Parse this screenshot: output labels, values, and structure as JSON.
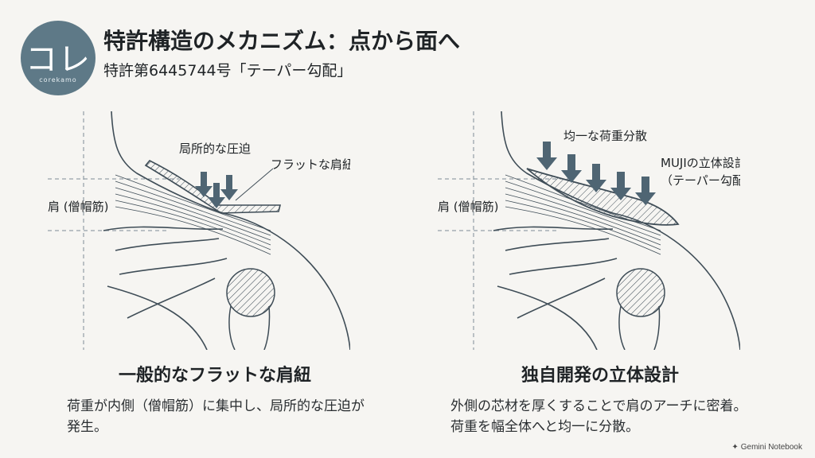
{
  "logo": {
    "text": "コレ",
    "subtext": "corekamo"
  },
  "header": {
    "title": "特許構造のメカニズム：点から面へ",
    "subtitle": "特許第6445744号「テーパー勾配」"
  },
  "left_panel": {
    "labels": {
      "local_pressure": "局所的な圧迫",
      "flat_strap": "フラットな肩紐",
      "shoulder": "肩 (僧帽筋)"
    },
    "heading": "一般的なフラットな肩紐",
    "description": "荷重が内側（僧帽筋）に集中し、局所的な圧迫が発生。"
  },
  "right_panel": {
    "labels": {
      "even_load": "均一な荷重分散",
      "muji_design_1": "MUJIの立体設計",
      "muji_design_2": "（テーパー勾配）",
      "shoulder": "肩 (僧帽筋)"
    },
    "heading": "独自開発の立体設計",
    "description": "外側の芯材を厚くすることで肩のアーチに密着。荷重を幅全体へと均一に分散。"
  },
  "watermark": {
    "text": "Gemini Notebook",
    "icon": "sparkle-icon"
  },
  "colors": {
    "line": "#3f4d57",
    "arrow": "#4f6573",
    "logo_bg": "#5e7987",
    "background": "#f6f5f2"
  }
}
